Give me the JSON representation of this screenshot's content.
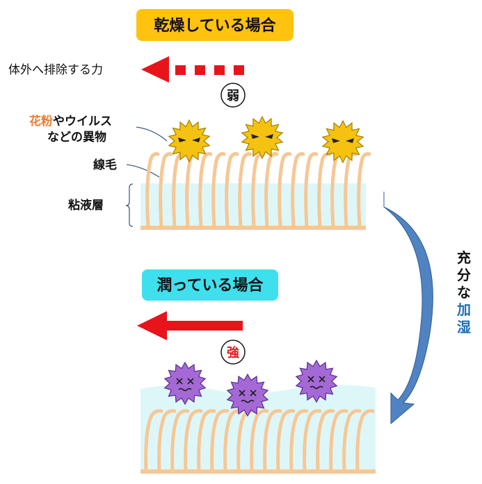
{
  "dry": {
    "title": "乾燥している場合",
    "title_bg": "#FFC20E",
    "force_label": "体外へ排除する力",
    "strength": "弱",
    "label_foreign_1": "花粉",
    "label_foreign_2": "やウイルス",
    "label_foreign_3": "などの異物",
    "label_cilia": "線毛",
    "label_mucus": "粘液層"
  },
  "moist": {
    "title": "潤っている場合",
    "title_bg": "#3FE0EE",
    "strength": "強"
  },
  "transition": {
    "line1": "充",
    "line2": "分",
    "line3": "な",
    "line4": "加",
    "line5": "湿"
  },
  "colors": {
    "arrow_red": "#E8141C",
    "pollen_orange": "#ED7D31",
    "humid_blue": "#1F6FB5",
    "mucus": "#DDF7F9",
    "cilia": "#F6C795",
    "germ_yellow": "#F5C211",
    "germ_purple": "#A569D6",
    "curved_arrow": "#3F78B2"
  }
}
